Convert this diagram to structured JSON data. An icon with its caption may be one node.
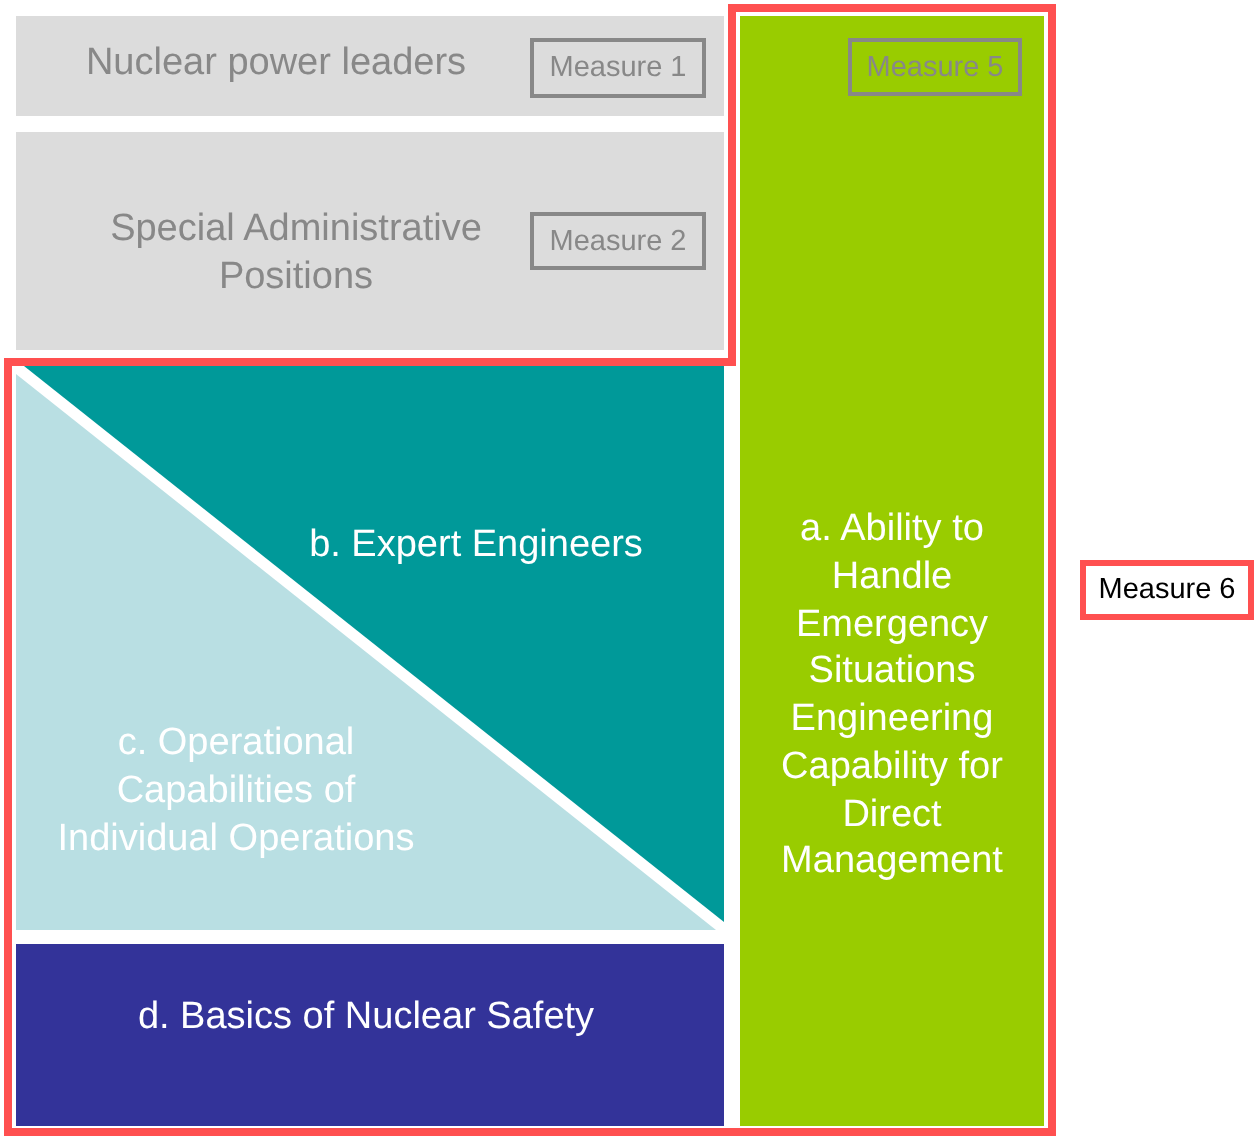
{
  "diagram": {
    "nodes": [
      {
        "text": [
          "Nuclear power leaders"
        ]
      },
      {
        "text": [
          "Measure 1"
        ],
        "in": 0
      },
      {
        "text": [
          "Special Administrative Positions"
        ]
      },
      {
        "text": [
          "Measure 2"
        ],
        "in": 2
      },
      {
        "text": [
          "a. Ability to Handle Emergency Situations Engineering Capability for Direct Management"
        ]
      },
      {
        "text": [
          "Measure 5"
        ],
        "in": 4
      },
      {
        "text": [
          "b. Expert Engineers"
        ]
      },
      {
        "text": [
          "c. Operational Capabilities of Individual Operations"
        ]
      },
      {
        "text": [
          "d. Basics of Nuclear Safety"
        ]
      },
      {
        "text": [
          "Measure 6"
        ]
      }
    ]
  }
}
